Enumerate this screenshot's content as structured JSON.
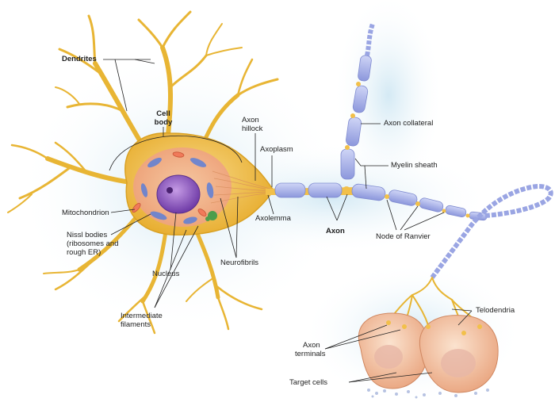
{
  "labels": {
    "dendrites": "Dendrites",
    "cell_body_line1": "Cell",
    "cell_body_line2": "body",
    "axon_hillock_line1": "Axon",
    "axon_hillock_line2": "hillock",
    "axoplasm": "Axoplasm",
    "axon_collateral": "Axon collateral",
    "myelin_sheath": "Myelin sheath",
    "axolemma": "Axolemma",
    "axon": "Axon",
    "node_of_ranvier": "Node of Ranvier",
    "mitochondrion": "Mitochondrion",
    "nissl_line1": "Nissl bodies",
    "nissl_line2": "(ribosomes and",
    "nissl_line3": "rough ER)",
    "nucleus": "Nucleus",
    "neurofibrils": "Neurofibrils",
    "intermediate_line1": "Intermediate",
    "intermediate_line2": "filaments",
    "telodendria": "Telodendria",
    "axon_terminals_line1": "Axon",
    "axon_terminals_line2": "terminals",
    "target_cells": "Target cells"
  },
  "colors": {
    "cell_body": "#f3c64a",
    "dendrite": "#e9b733",
    "myelin": "#a9b3e8",
    "nucleus": "#8e5fc0",
    "target_cell": "#f1c3a2",
    "glow": "#d6ecf5"
  }
}
